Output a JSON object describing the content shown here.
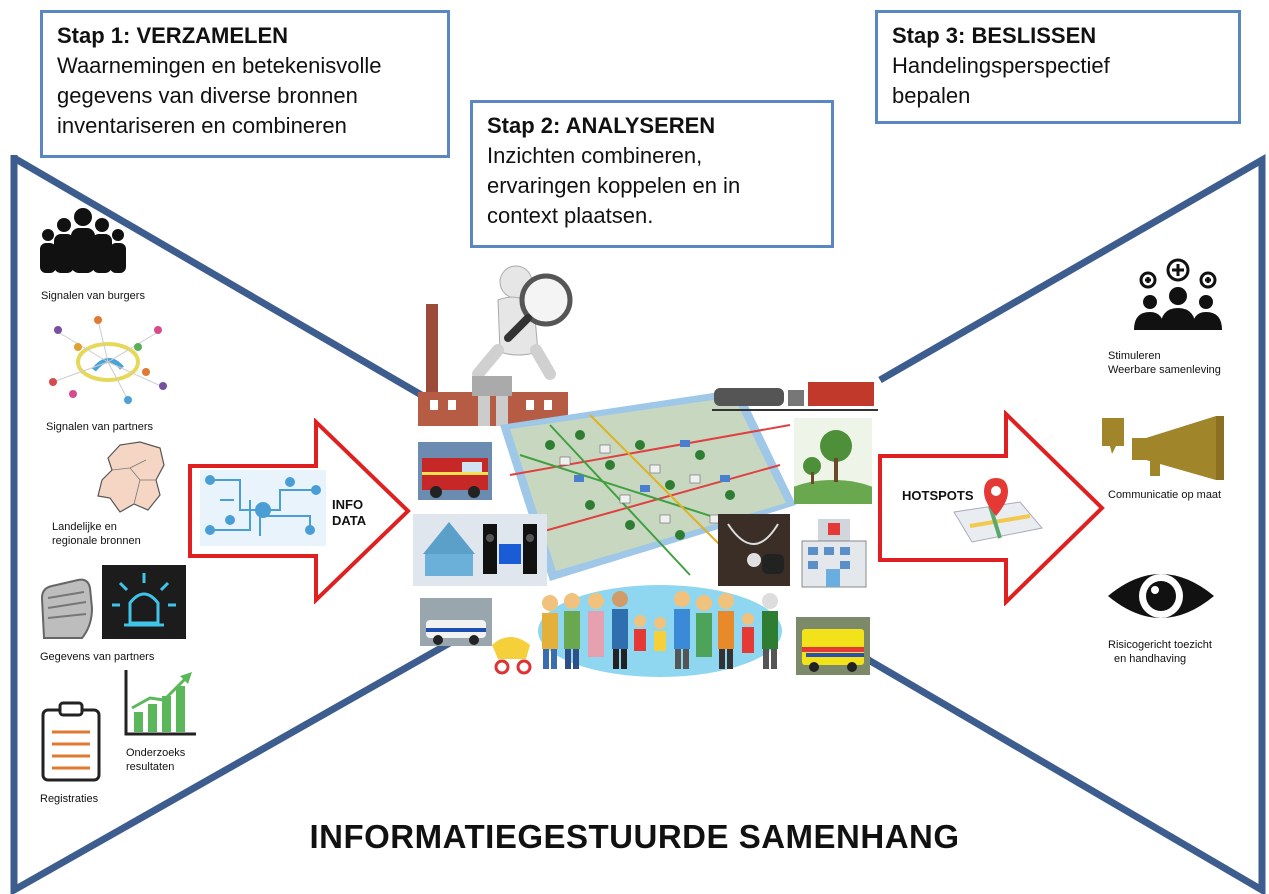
{
  "steps": [
    {
      "title": "Stap 1: VERZAMELEN",
      "lines": [
        "Waarnemingen en betekenisvolle",
        "gegevens van diverse bronnen",
        "inventariseren en combineren"
      ]
    },
    {
      "title": "Stap 2: ANALYSEREN",
      "lines": [
        "Inzichten combineren,",
        "ervaringen koppelen en in",
        "context plaatsen."
      ]
    },
    {
      "title": "Stap 3: BESLISSEN",
      "lines": [
        "Handelingsperspectief",
        "bepalen"
      ]
    }
  ],
  "sources": {
    "burgers": "Signalen van burgers",
    "partners": "Signalen van partners",
    "landelijk_1": "Landelijke en",
    "landelijk_2": "regionale bronnen",
    "gegevens": "Gegevens van partners",
    "onderzoek_1": "Onderzoeks",
    "onderzoek_2": "resultaten",
    "registraties": "Registraties"
  },
  "arrows": {
    "info_1": "INFO",
    "info_2": "DATA",
    "hotspots": "HOTSPOTS"
  },
  "outcomes": {
    "stimuleren_1": "Stimuleren",
    "stimuleren_2": "Weerbare samenleving",
    "communicatie": "Communicatie op maat",
    "risico_1": "Risicogericht toezicht",
    "risico_2": "en handhaving"
  },
  "title": "INFORMATIEGESTUURDE SAMENHANG",
  "colors": {
    "frame": "#3a5a8c",
    "box_border": "#5a86c2",
    "arrow": "#e02020",
    "megaphone": "#a08520"
  }
}
